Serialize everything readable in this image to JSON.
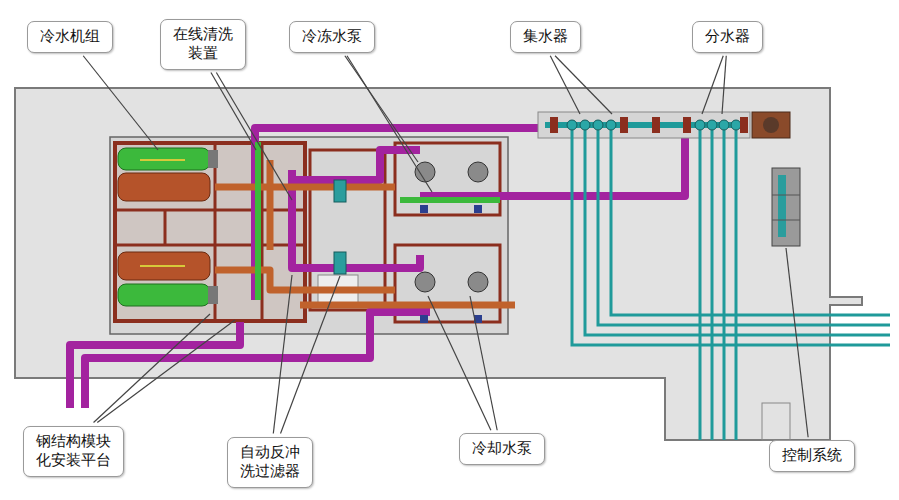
{
  "diagram": {
    "nodes": [
      {
        "text": [
          "冷水机组"
        ]
      },
      {
        "text": [
          "在线清洗 装置"
        ]
      },
      {
        "text": [
          "冷冻水泵"
        ]
      },
      {
        "text": [
          "集水器"
        ]
      },
      {
        "text": [
          "分水器"
        ]
      },
      {
        "text": [
          "钢结构模块 化安装平台"
        ]
      },
      {
        "text": [
          "自动反冲 洗过滤器"
        ]
      },
      {
        "text": [
          "冷却水泵"
        ]
      },
      {
        "text": [
          "控制系统"
        ]
      }
    ]
  }
}
